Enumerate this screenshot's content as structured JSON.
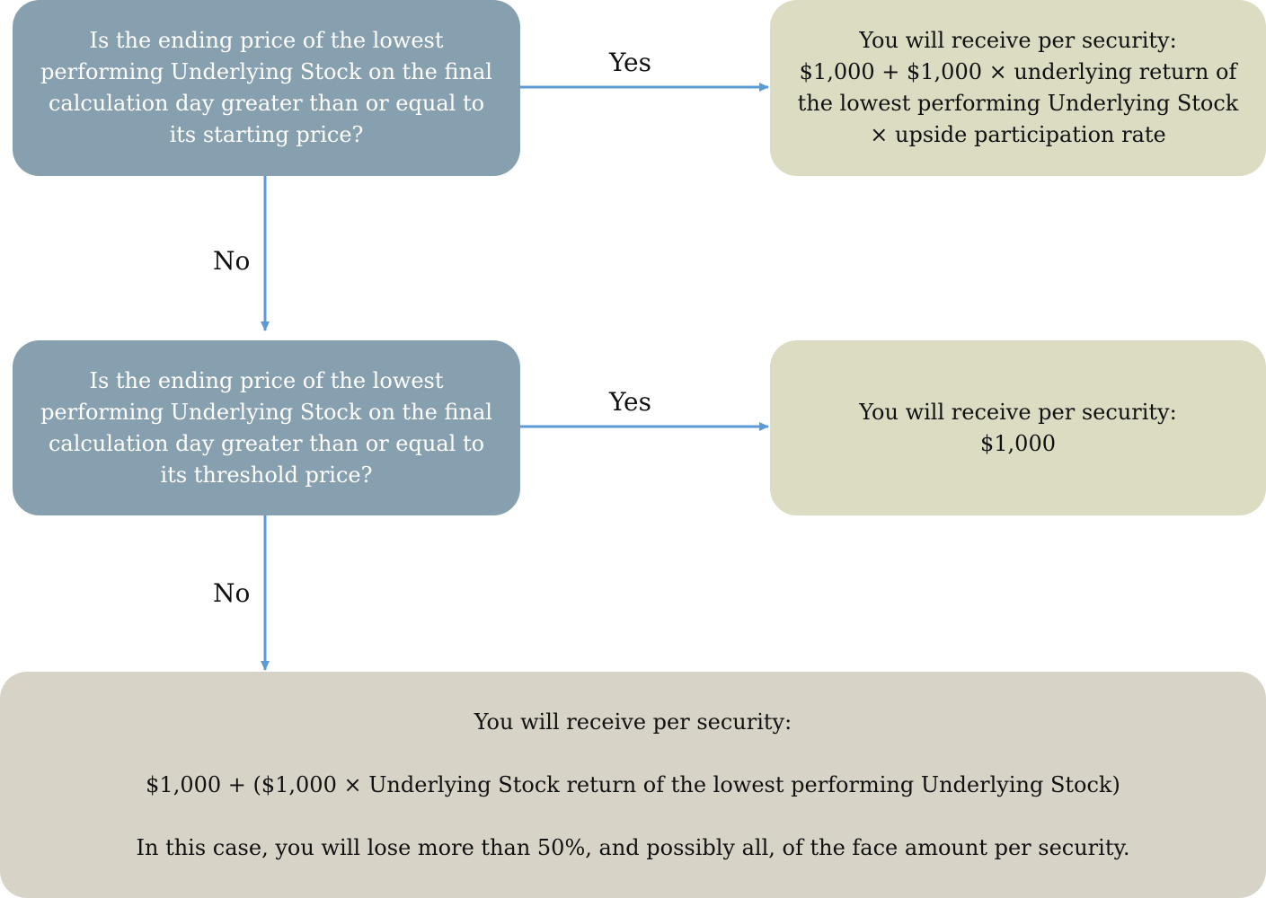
{
  "colors": {
    "question_box": "#87a0b0",
    "outcome_box": "#dcdcc2",
    "final_box": "#d7d3c6",
    "arrow": "#5b9bd5"
  },
  "question1": {
    "text": "Is the ending price of the lowest performing Underlying Stock on the final calculation day greater than or equal to its starting price?"
  },
  "outcome1": {
    "line1": "You will receive per security:",
    "line2": "$1,000 + $1,000 × underlying return of the lowest performing Underlying Stock × upside participation rate"
  },
  "question2": {
    "text": "Is the ending price of the lowest performing Underlying Stock on the final calculation day greater than or equal to its threshold price?"
  },
  "outcome2": {
    "line1": "You will receive per security:",
    "line2": "$1,000"
  },
  "outcome3": {
    "line1": "You will receive per security:",
    "line2": "$1,000 + ($1,000 × Underlying Stock return of the lowest performing Underlying Stock)",
    "line3": "In this case, you will lose more than 50%, and possibly all, of the face amount per security."
  },
  "edges": {
    "q1_yes": "Yes",
    "q1_no": "No",
    "q2_yes": "Yes",
    "q2_no": "No"
  }
}
